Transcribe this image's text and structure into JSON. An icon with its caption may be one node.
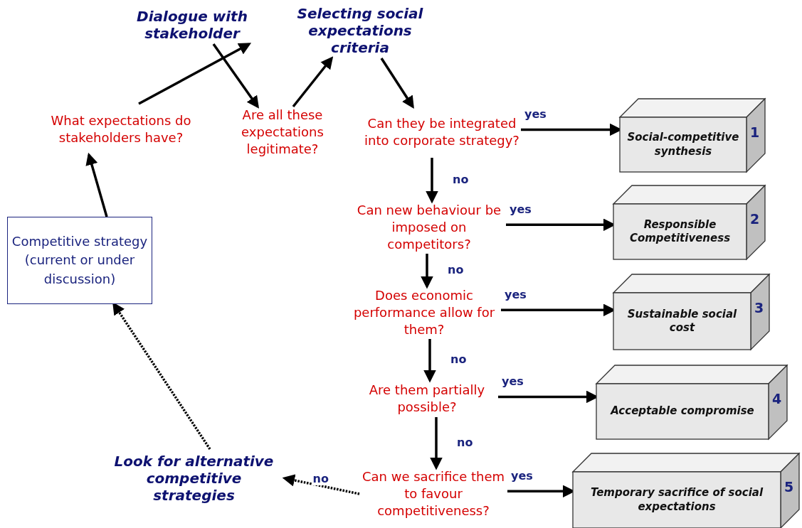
{
  "diagram": {
    "nodes": [
      {
        "text": [
          "Competitive strategy (current or under discussion)"
        ]
      },
      {
        "text": [
          "What expectations do  stakeholders have?"
        ]
      },
      {
        "text": [
          "Dialogue with stakeholder"
        ]
      },
      {
        "text": [
          "Are all these expectations legitimate?"
        ]
      },
      {
        "text": [
          "Selecting social expectations criteria"
        ]
      },
      {
        "text": [
          "Can they be integrated into corporate strategy?"
        ]
      },
      {
        "text": [
          "Can new behaviour be imposed on competitors?"
        ]
      },
      {
        "text": [
          "Does economic performance allow for them?"
        ]
      },
      {
        "text": [
          "Are them partially possible?"
        ]
      },
      {
        "text": [
          "Can we sacrifice them to favour competitiveness?"
        ]
      },
      {
        "text": [
          "Look for alternative competitive strategies"
        ]
      },
      {
        "text": [
          "Social-competitive synthesis",
          "1"
        ]
      },
      {
        "text": [
          "Responsible Competitiveness",
          "2"
        ]
      },
      {
        "text": [
          "Sustainable social cost",
          "3"
        ]
      },
      {
        "text": [
          "Acceptable compromise",
          "4"
        ]
      },
      {
        "text": [
          "Temporary sacrifice of social expectations",
          "5"
        ]
      }
    ],
    "edges": [
      {
        "from": 0,
        "to": 1,
        "arrow": "to"
      },
      {
        "from": 1,
        "to": 2,
        "arrow": "to"
      },
      {
        "from": 2,
        "to": 3,
        "arrow": "to"
      },
      {
        "from": 3,
        "to": 4,
        "arrow": "to"
      },
      {
        "from": 4,
        "to": 5,
        "arrow": "to"
      },
      {
        "from": 5,
        "to": 6,
        "arrow": "to",
        "label": "no"
      },
      {
        "from": 6,
        "to": 7,
        "arrow": "to",
        "label": "no"
      },
      {
        "from": 7,
        "to": 8,
        "arrow": "to",
        "label": "no"
      },
      {
        "from": 8,
        "to": 9,
        "arrow": "to",
        "label": "no"
      },
      {
        "from": 9,
        "to": 10,
        "arrow": "to",
        "label": "no",
        "style": "dashed"
      },
      {
        "from": 10,
        "to": 0,
        "arrow": "to",
        "style": "dashed"
      },
      {
        "from": 5,
        "to": 11,
        "arrow": "to",
        "label": "yes"
      },
      {
        "from": 6,
        "to": 12,
        "arrow": "to",
        "label": "yes"
      },
      {
        "from": 7,
        "to": 13,
        "arrow": "to",
        "label": "yes"
      },
      {
        "from": 8,
        "to": 14,
        "arrow": "to",
        "label": "yes"
      },
      {
        "from": 9,
        "to": 15,
        "arrow": "to",
        "label": "yes"
      }
    ]
  }
}
